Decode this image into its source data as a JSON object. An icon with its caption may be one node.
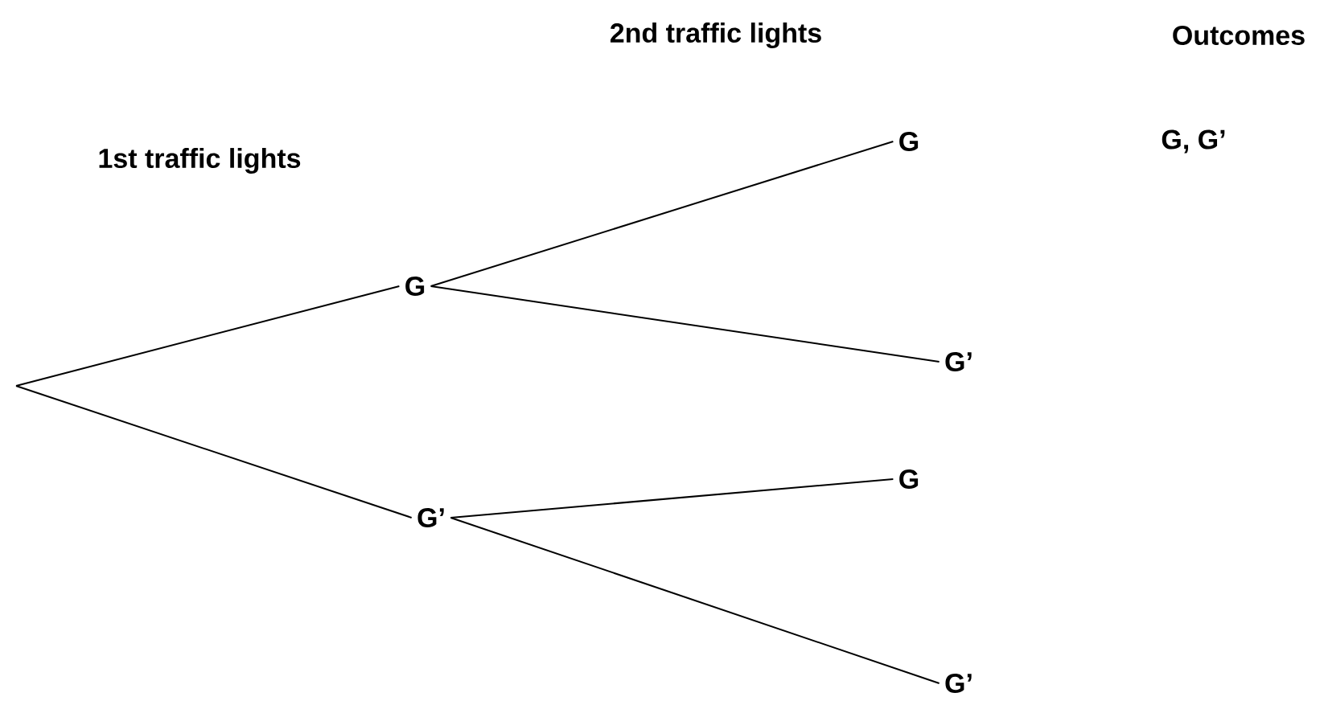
{
  "diagram": {
    "nodes": [
      {
        "text": [
          "G"
        ]
      },
      {
        "text": [
          "G’"
        ]
      },
      {
        "text": [
          "G"
        ]
      },
      {
        "text": [
          "G’"
        ]
      },
      {
        "text": [
          "G"
        ]
      },
      {
        "text": [
          "G’"
        ]
      }
    ],
    "edges": [
      {
        "from": null,
        "to": 0,
        "arrow": "none"
      },
      {
        "from": null,
        "to": 1,
        "arrow": "none"
      },
      {
        "from": 0,
        "to": 2,
        "arrow": "none"
      },
      {
        "from": 0,
        "to": 3,
        "arrow": "none"
      },
      {
        "from": 1,
        "to": 4,
        "arrow": "none"
      },
      {
        "from": 1,
        "to": 5,
        "arrow": "none"
      }
    ],
    "labels": [
      "1st traffic lights",
      "2nd traffic lights",
      "Outcomes",
      "G, G’"
    ]
  }
}
